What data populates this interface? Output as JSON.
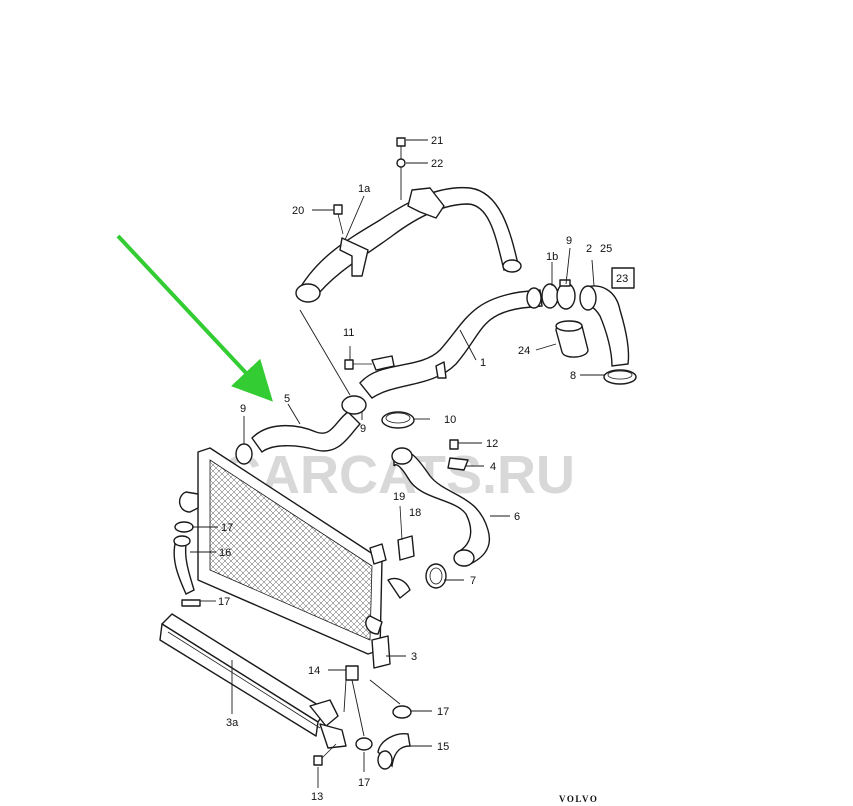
{
  "watermark": "CARCATS.RU",
  "brand": "VOLVO",
  "arrow_color": "#33cc33",
  "labels": {
    "l21": "21",
    "l22": "22",
    "l1a": "1a",
    "l20": "20",
    "l9a": "9",
    "l1b": "1b",
    "l2": "2",
    "l25": "25",
    "l23": "23",
    "l24": "24",
    "l1": "1",
    "l11": "11",
    "l8": "8",
    "l5": "5",
    "l9b": "9",
    "l9c": "9",
    "l10": "10",
    "l12": "12",
    "l4": "4",
    "l6": "6",
    "l19": "19",
    "l18": "18",
    "l17a": "17",
    "l16": "16",
    "l17b": "17",
    "l7": "7",
    "l3": "3",
    "l14": "14",
    "l3a": "3a",
    "l17c": "17",
    "l15": "15",
    "l13": "13",
    "l17d": "17"
  }
}
